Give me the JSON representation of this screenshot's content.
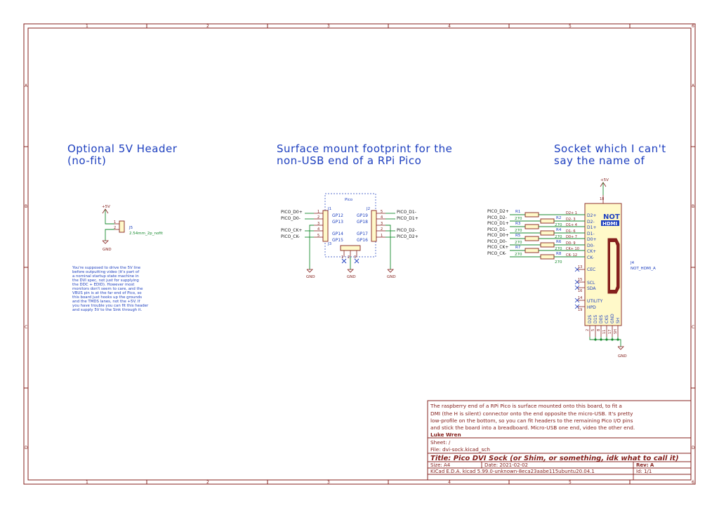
{
  "border": {
    "columns": [
      "1",
      "2",
      "3",
      "4",
      "5",
      "6"
    ],
    "rows": [
      "A",
      "B",
      "C",
      "D"
    ]
  },
  "sections": {
    "header": {
      "line1": "Optional 5V Header",
      "line2": "(no-fit)"
    },
    "pico": {
      "line1": "Surface mount footprint for the",
      "line2": "non-USB end of a RPi Pico"
    },
    "socket": {
      "line1": "Socket which I can't",
      "line2": "say the name of"
    }
  },
  "header_note": [
    "You're supposed to drive the 5V line",
    "before outputting video (it's part of",
    "a nominal startup state machine in",
    "the DVI spec, not just for supplying",
    "the DDC + EDID). However most",
    "monitors don't seem to care, and the",
    "VBUS pin is at the far end of Pico, so",
    "this board just hooks up the grounds",
    "and the TMDS lanes, not the +5V. If",
    "you have trouble you can fit this header",
    "and supply 5V to the Sink through it."
  ],
  "j5": {
    "ref": "J5",
    "value": "2.54mm_2p_nofit",
    "pwr": "+5V",
    "gnd": "GND",
    "pin1": "1",
    "pin2": "2"
  },
  "pico": {
    "group_label": "Pico",
    "j1": {
      "ref": "J1",
      "pins": [
        {
          "num": "1",
          "name": "GP12",
          "net": "PICO_D0+"
        },
        {
          "num": "2",
          "name": "GP13",
          "net": "PICO_D0-"
        },
        {
          "num": "3",
          "name": "",
          "net": ""
        },
        {
          "num": "4",
          "name": "GP14",
          "net": "PICO_CK+"
        },
        {
          "num": "5",
          "name": "GP15",
          "net": "PICO_CK-"
        }
      ],
      "gnd": "GND"
    },
    "j2": {
      "ref": "J2",
      "pins": [
        {
          "num": "5",
          "name": "GP19",
          "net": "PICO_D1-"
        },
        {
          "num": "4",
          "name": "GP18",
          "net": "PICO_D1+"
        },
        {
          "num": "3",
          "name": "",
          "net": ""
        },
        {
          "num": "2",
          "name": "GP17",
          "net": "PICO_D2-"
        },
        {
          "num": "1",
          "name": "GP16",
          "net": "PICO_D2+"
        }
      ],
      "gnd": "GND"
    },
    "j3": {
      "ref": "J3",
      "pins": [
        "1",
        "2",
        "3"
      ],
      "gnd": "GND"
    }
  },
  "socket": {
    "pwr": "+5V",
    "gnd": "GND",
    "j4_ref": "J4",
    "j4_value": "NOT_HDMI_A",
    "logo1": "NOT",
    "logo2": "HDMI",
    "resistor_value": "270",
    "rows": [
      {
        "net": "PICO_D2+",
        "res": "R1",
        "pin": "D2+ 1"
      },
      {
        "net": "PICO_D2-",
        "res": "R2",
        "pin": "D2- 3"
      },
      {
        "net": "PICO_D1+",
        "res": "R3",
        "pin": "D1+ 4"
      },
      {
        "net": "PICO_D1-",
        "res": "R4",
        "pin": "D1- 6"
      },
      {
        "net": "PICO_D0+",
        "res": "R5",
        "pin": "D0+ 7"
      },
      {
        "net": "PICO_D0-",
        "res": "R6",
        "pin": "D0- 9"
      },
      {
        "net": "PICO_CK+",
        "res": "R7",
        "pin": "CK+ 10"
      },
      {
        "net": "PICO_CK-",
        "res": "R8",
        "pin": "CK- 12"
      }
    ],
    "left_pin_names": [
      "D2+",
      "D2-",
      "D1+",
      "D1-",
      "D0+",
      "D0-",
      "CK+",
      "CK-"
    ],
    "other_pins": [
      {
        "num": "13",
        "name": "CEC"
      },
      {
        "num": "15",
        "name": "SCL"
      },
      {
        "num": "16",
        "name": "SDA"
      },
      {
        "num": "14",
        "name": "UTILITY"
      },
      {
        "num": "19",
        "name": "HPD"
      }
    ],
    "bottom_pins": [
      {
        "num": "2",
        "name": "D2S"
      },
      {
        "num": "5",
        "name": "D1S"
      },
      {
        "num": "8",
        "name": "D0S"
      },
      {
        "num": "11",
        "name": "CKS"
      },
      {
        "num": "17",
        "name": "GND"
      },
      {
        "num": "SH",
        "name": "SH"
      }
    ],
    "top_pin": {
      "num": "18",
      "name": "+5V"
    }
  },
  "title_block": {
    "comment": [
      "The raspberry end of a RPi Pico is surface mounted onto this board, to fit a",
      "DMI (the H is silent) connector onto the end opposite the micro-USB. It's pretty",
      "low-profile on the bottom, so you can fit headers to the remaining Pico I/O pins",
      "and stick the board into a breadboard. Micro-USB one end, video the other end."
    ],
    "author": "Luke Wren",
    "sheet": "Sheet: /",
    "file": "File: dvi-sock.kicad_sch",
    "title": "Title: Pico DVI Sock (or Shim, or something, idk what to call it)",
    "size": "Size: A4",
    "date": "Date: 2021-02-02",
    "rev": "Rev: A",
    "tool": "KiCad E.D.A.  kicad 5.99.0-unknown-8eca23aabe115ubuntu20.04.1",
    "id": "Id: 1/1"
  }
}
